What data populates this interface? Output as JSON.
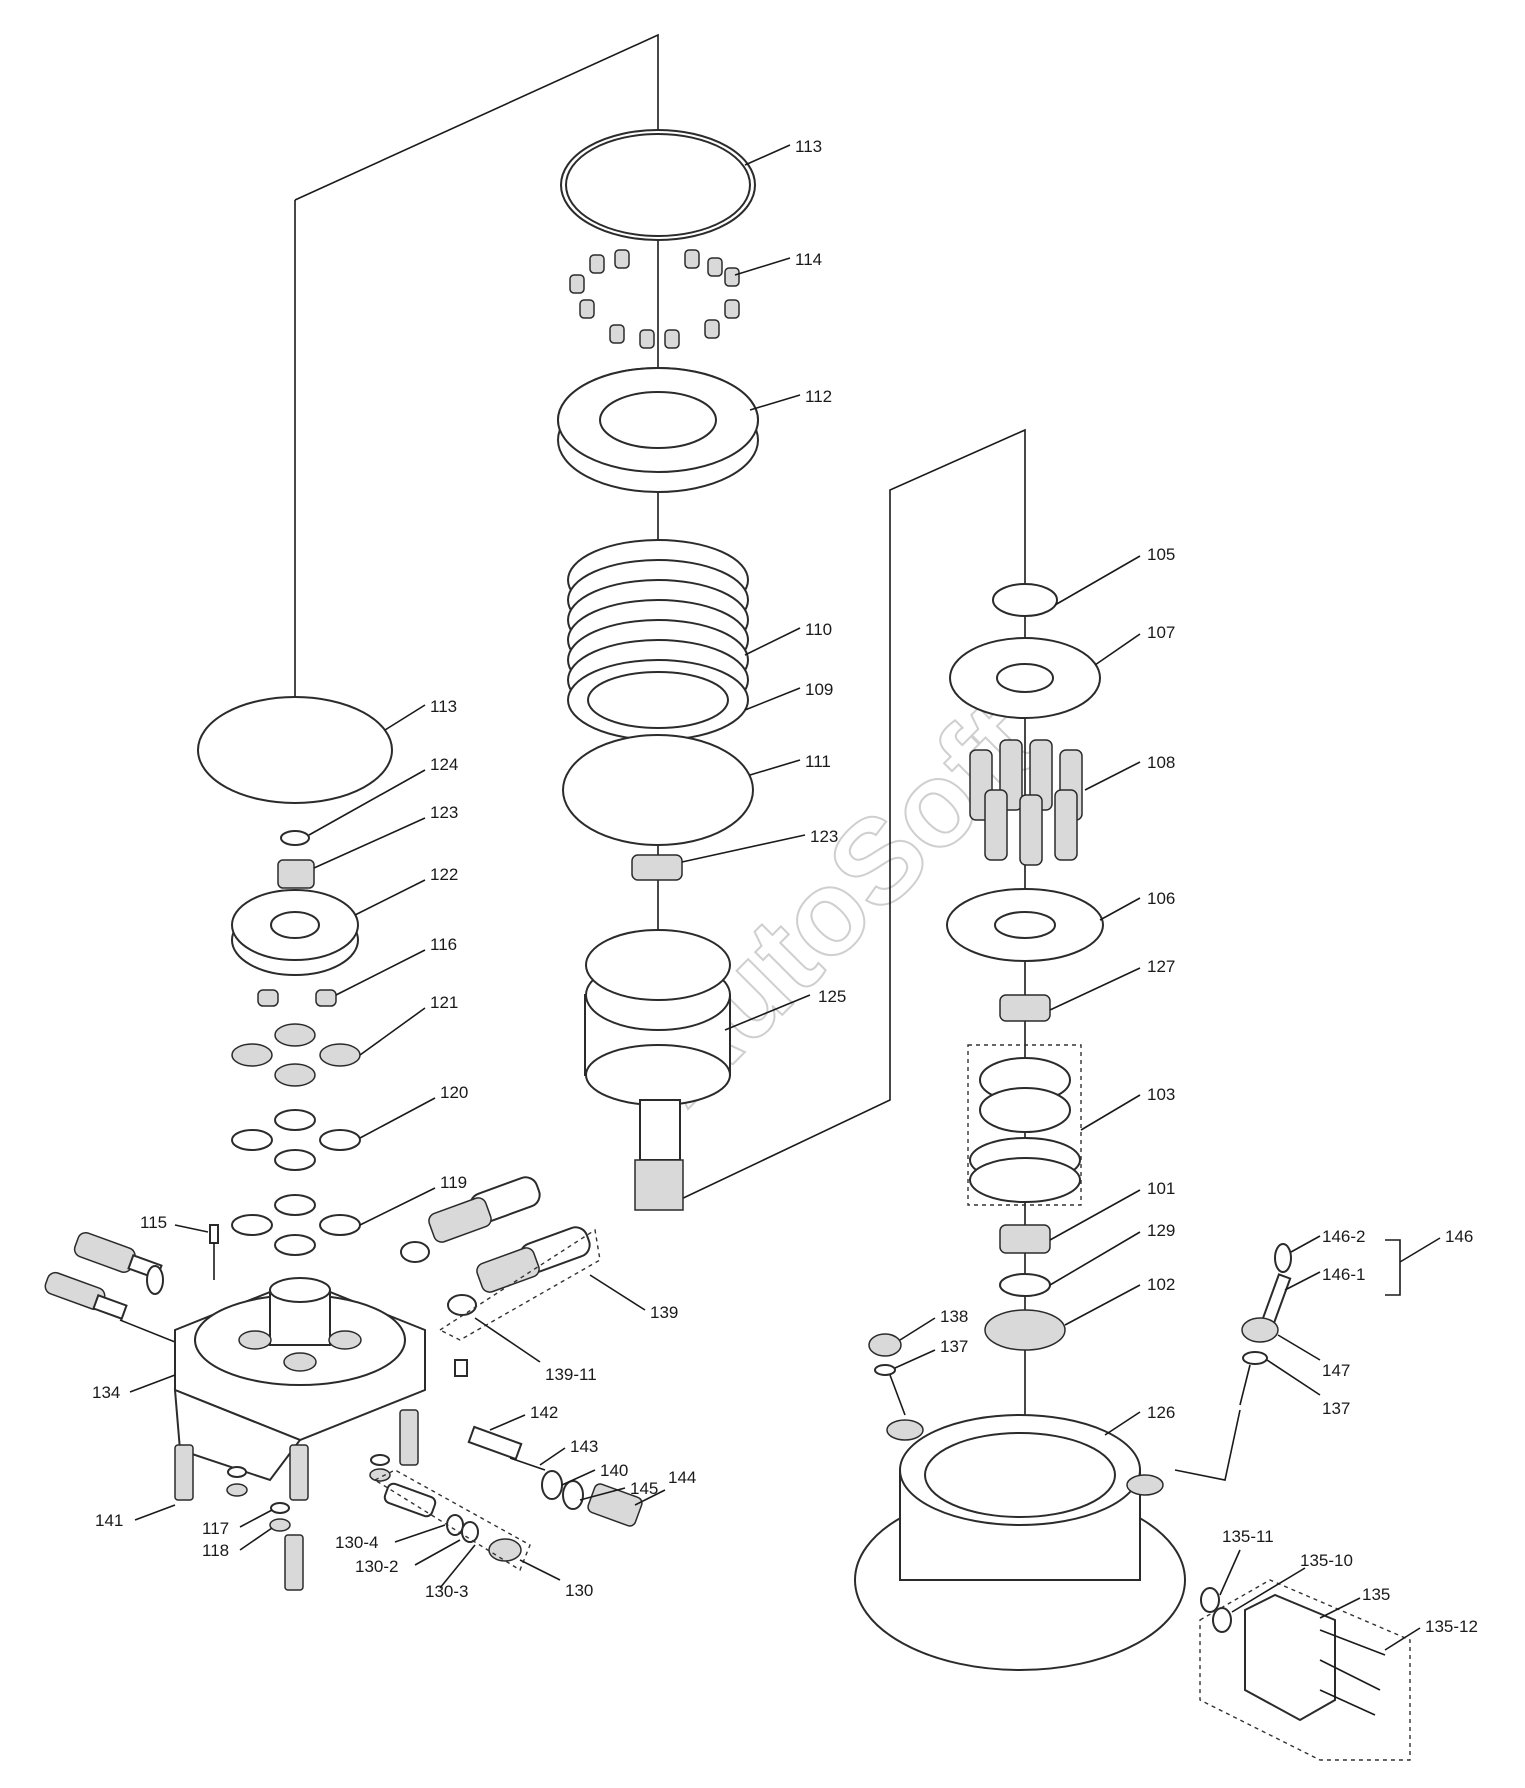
{
  "watermark": "AutoSoft",
  "callouts": {
    "p113_top": "113",
    "p114": "114",
    "p112": "112",
    "p110": "110",
    "p109": "109",
    "p111": "111",
    "p123_mid": "123",
    "p125": "125",
    "p113_left": "113",
    "p124": "124",
    "p123_left": "123",
    "p122": "122",
    "p116": "116",
    "p121": "121",
    "p120": "120",
    "p119": "119",
    "p115": "115",
    "p139": "139",
    "p139_11": "139-11",
    "p134": "134",
    "p142": "142",
    "p143": "143",
    "p140": "140",
    "p145": "145",
    "p144": "144",
    "p141": "141",
    "p117": "117",
    "p118": "118",
    "p130_4": "130-4",
    "p130_2": "130-2",
    "p130_3": "130-3",
    "p130": "130",
    "p105": "105",
    "p107": "107",
    "p108": "108",
    "p106": "106",
    "p127": "127",
    "p103": "103",
    "p101": "101",
    "p129": "129",
    "p102": "102",
    "p146_2": "146-2",
    "p146": "146",
    "p146_1": "146-1",
    "p147": "147",
    "p137_right": "137",
    "p138": "138",
    "p137_left": "137",
    "p126": "126",
    "p135_11": "135-11",
    "p135_10": "135-10",
    "p135": "135",
    "p135_12": "135-12"
  }
}
